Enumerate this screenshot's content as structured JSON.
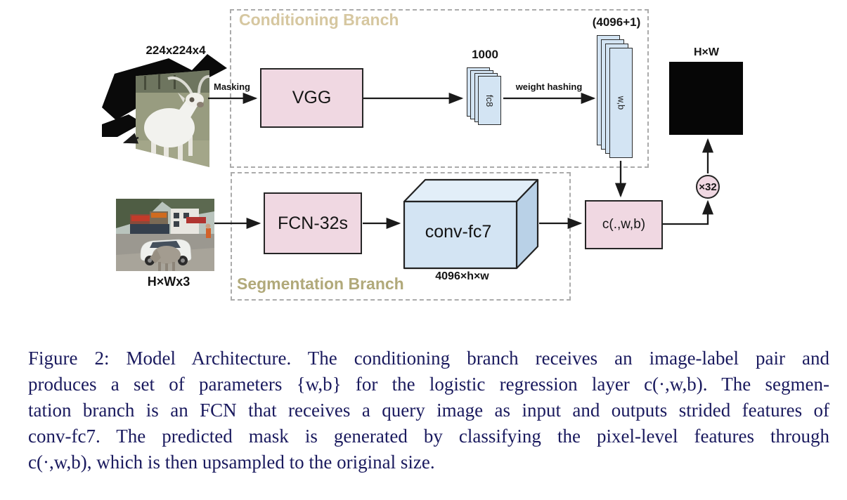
{
  "figure": {
    "conditioning_branch": {
      "title": "Conditioning Branch",
      "input_dim": "224x224x4",
      "masking": "Masking",
      "vgg": "VGG",
      "fc8": "fc8",
      "fc8_dim": "1000",
      "weight_hashing": "weight hashing",
      "wb": "w,b",
      "wb_dim": "(4096+1)"
    },
    "segmentation_branch": {
      "title": "Segmentation Branch",
      "input_dim": "H×Wx3",
      "fcn": "FCN-32s",
      "conv_fc7": "conv-fc7",
      "conv_fc7_dim": "4096×h×w"
    },
    "output": {
      "classifier": "c(.,w,b)",
      "upsample": "×32",
      "mask_dim": "H×W"
    },
    "colors": {
      "pink_box": "#f0d8e2",
      "blue_box": "#d3e4f3",
      "conditioning_title": "#d6c7a0",
      "segmentation_title": "#b1a97a",
      "dashed_border": "#ababab",
      "caption_text": "#1a1a5e"
    }
  },
  "caption": {
    "lines": [
      "Figure 2: Model Architecture. The conditioning branch receives an image-label pair and",
      "produces a set of parameters {w,b} for the logistic regression layer c(·,w,b). The segmen-",
      "tation branch is an FCN that receives a query image as input and outputs strided features of",
      "conv-fc7. The predicted mask is generated by classifying the pixel-level features through",
      "c(·,w,b), which is then upsampled to the original size."
    ]
  }
}
